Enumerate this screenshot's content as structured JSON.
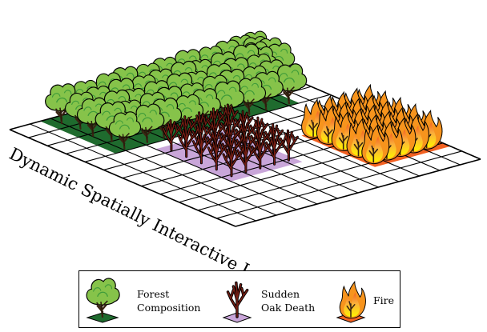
{
  "diagram": {
    "landscape_label": "Dynamic Spatially Interactive Landscape"
  },
  "legend": {
    "forest": {
      "line1": "Forest",
      "line2": "Composition"
    },
    "sod": {
      "line1": "Sudden",
      "line2": "Oak Death"
    },
    "fire": {
      "line1": "Fire"
    }
  },
  "colors": {
    "forest_dark": "#1f6b2e",
    "tree_light": "#86c34a",
    "tree_mid": "#3f9c3a",
    "sod_fill": "#c9a6d9",
    "sod_twigs": "#7a1f14",
    "fire_fill": "#f26122",
    "flame_outer": "#f7941d",
    "flame_inner": "#fff200",
    "grid_line": "#000000"
  },
  "icons": {
    "forest": "tree-icon",
    "sod": "dead-tree-icon",
    "fire": "flame-icon"
  }
}
